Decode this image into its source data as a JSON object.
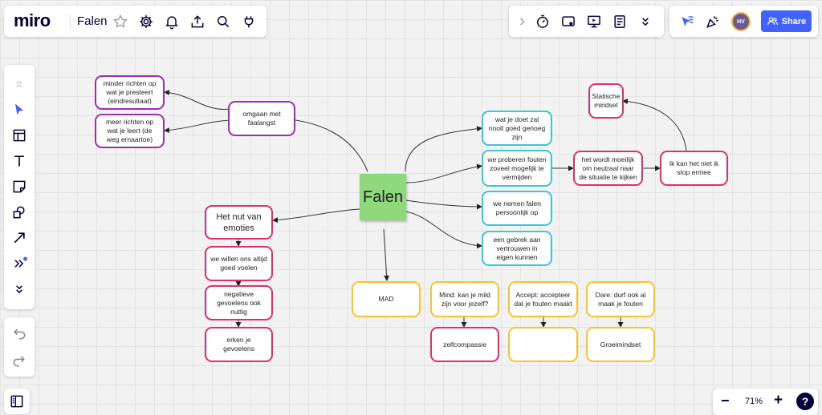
{
  "app": {
    "logo": "miro",
    "board_title": "Falen"
  },
  "top_right": {
    "share_label": "Share",
    "avatar_initials": "HV"
  },
  "zoom": {
    "level": "71%",
    "minus": "−",
    "plus": "+",
    "help": "?"
  },
  "colors": {
    "accent": "#4262ff",
    "purple": "#9b2fae",
    "cyan": "#3ec5d1",
    "pink": "#dc2f6e",
    "yellow": "#f5c530",
    "sticky": "#8fd87c"
  },
  "board": {
    "center": "Falen",
    "omgaan": "omgaan met faalangst",
    "minder": "minder richten op wat je presteert (eindresultaat)",
    "meer": "meer richten op wat je leert (de weg ernaartoe)",
    "nooit": "wat je doet zal nooit goed genoeg zijn",
    "proberen": "we proberen fouten zoveel mogelijk te vermijden",
    "persoonlijk": "we nemen falen persoonlijk op",
    "gebrek": "een gebrek aan vertrouwen in eigen kunnen",
    "moeilijk": "het wordt moeilijk om neutraal naar de situatie te kijken",
    "stop": "Ik kan het niet ik stop ermee",
    "statische": "Statische mindset",
    "nut": "Het nut van emoties",
    "willen": "we willen ons altijd goed voelen",
    "negatieve": "negatieve gevoelens ook nuttig",
    "erken": "erken je gevoelens",
    "mad": "MAD",
    "mind": "Mind: kan je mild zijn voor jezelf?",
    "accept": "Accept: accepteer dat je fouten maakt",
    "dare": "Dare: durf ook al maak je fouten",
    "zelfcompassie": "zelfcompassie",
    "empty": "",
    "groei": "Groeimindset"
  }
}
